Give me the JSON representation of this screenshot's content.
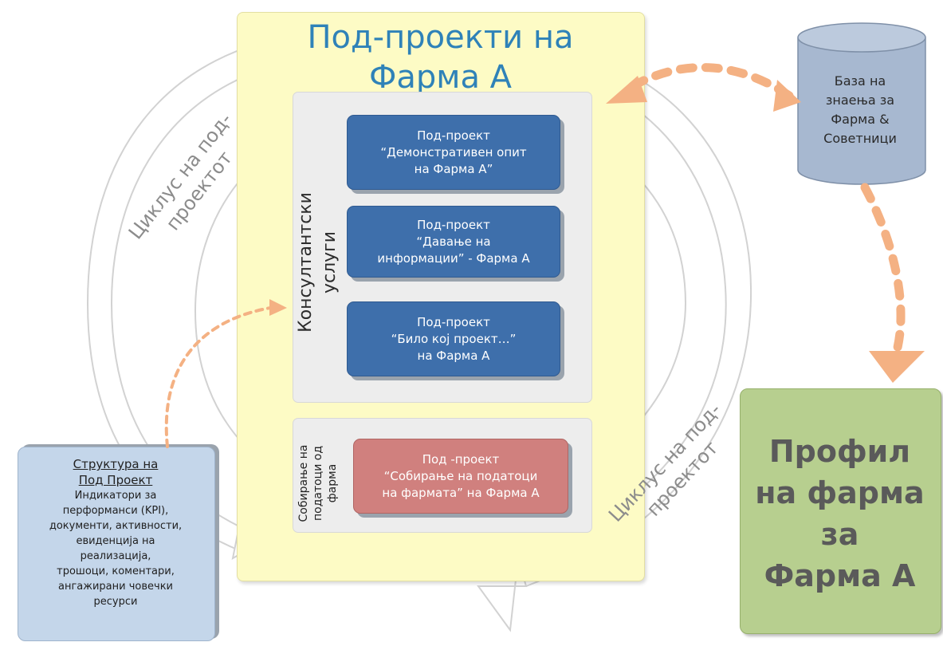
{
  "title": "Под-проекти на\nФарма А",
  "consulting_label": "Консултантски\nуслуги",
  "data_collection_label": "Собирање на\nподатоци од\nфарма",
  "subprojects": [
    {
      "text": "Под-проект\n“Демонстративен опит\nна Фарма А”",
      "color": "#3e6fab"
    },
    {
      "text": "Под-проект\n“Давање на\nинформации” - Фарма А",
      "color": "#3e6fab"
    },
    {
      "text": "Под-проект\n“Било кој проект…”\nна Фарма А",
      "color": "#3e6fab"
    },
    {
      "text": "Под -проект\n“Собирање на податоци\nна фармата” на Фарма А",
      "color": "#d0807e"
    }
  ],
  "knowledge_base": "База на\nзнаења за\nФарма &\nСоветници",
  "farm_profile": "Профил\nна фарма\nза\nФарма А",
  "structure": {
    "title": "Структура на\nПод Проект",
    "body": "Индикатори за\nперформанси (KPI),\nдокументи, активности,\nевиденција на\nреализација,\nтрошоци, коментари,\nангажирани човечки\nресурси"
  },
  "cycle_label_left": "Циклус на под-\nпроектот",
  "cycle_label_right": "Циклус на под-\nпроектот",
  "colors": {
    "arrow_dashed": "#f4b183",
    "cycle_arrow": "#cfcfcf",
    "accent_title": "#2f82b8"
  }
}
